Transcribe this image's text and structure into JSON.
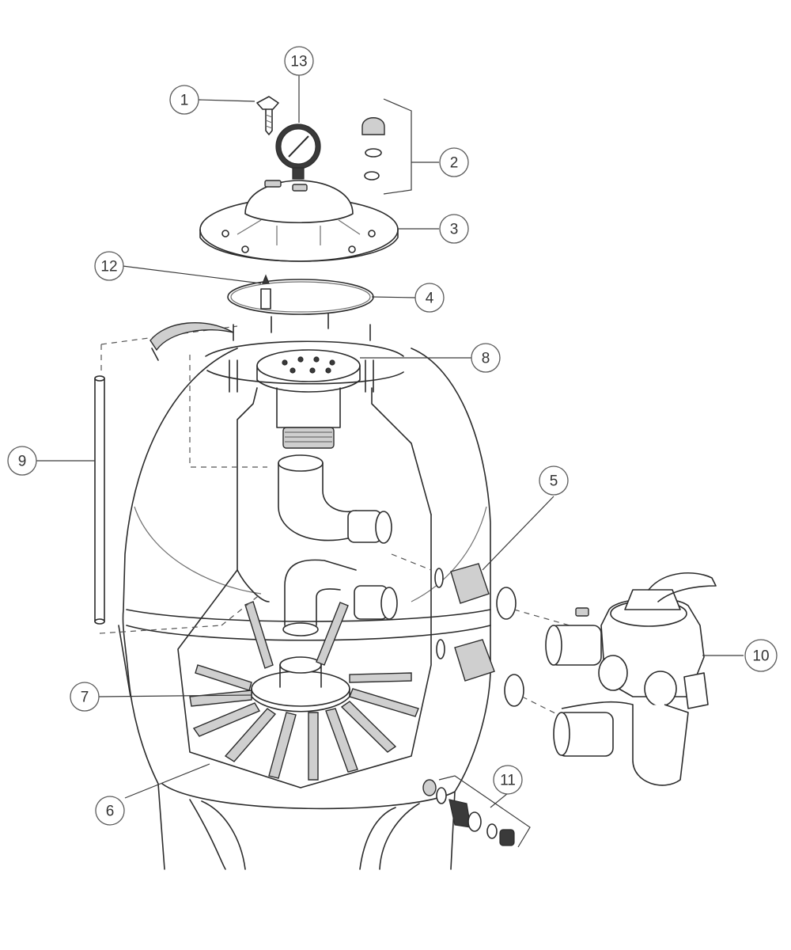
{
  "callouts": [
    {
      "id": "1",
      "label": "1"
    },
    {
      "id": "2",
      "label": "2"
    },
    {
      "id": "3",
      "label": "3"
    },
    {
      "id": "4",
      "label": "4"
    },
    {
      "id": "5",
      "label": "5"
    },
    {
      "id": "6",
      "label": "6"
    },
    {
      "id": "7",
      "label": "7"
    },
    {
      "id": "8",
      "label": "8"
    },
    {
      "id": "9",
      "label": "9"
    },
    {
      "id": "10",
      "label": "10"
    },
    {
      "id": "11",
      "label": "11"
    },
    {
      "id": "12",
      "label": "12"
    },
    {
      "id": "13",
      "label": "13"
    }
  ],
  "colors": {
    "line": "#2b2b2b",
    "fill": "#ffffff",
    "shade": "#cfcfcf"
  }
}
